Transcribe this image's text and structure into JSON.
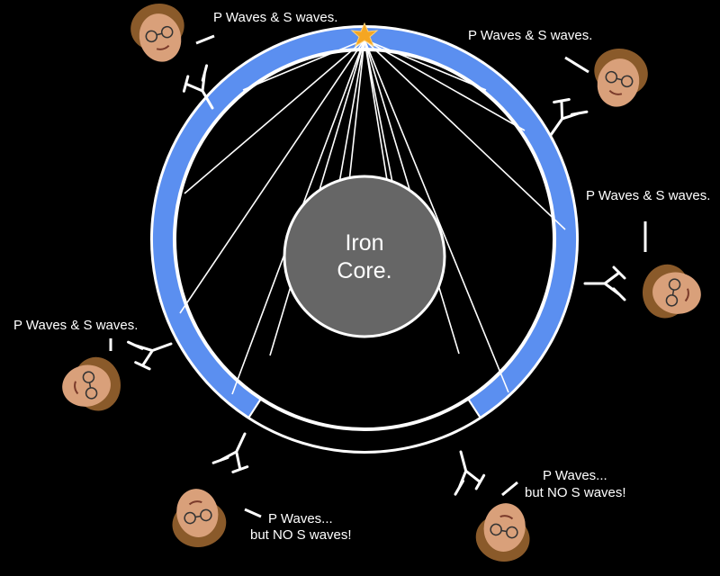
{
  "core": {
    "line1": "Iron",
    "line2": "Core.",
    "color": "#666666"
  },
  "colors": {
    "background": "#000000",
    "shell": "#5b8ff0",
    "ray": "#ffffff",
    "star": "#f5a623",
    "skin": "#d9a07a",
    "hair": "#8a5a2a"
  },
  "stations": [
    {
      "id": "top-left",
      "label_lines": [
        "P Waves & S waves."
      ]
    },
    {
      "id": "top-right",
      "label_lines": [
        "P Waves & S waves."
      ]
    },
    {
      "id": "right",
      "label_lines": [
        "P Waves & S waves."
      ]
    },
    {
      "id": "left",
      "label_lines": [
        "P Waves & S waves."
      ]
    },
    {
      "id": "bottom-left",
      "label_lines": [
        "P Waves...",
        "but NO S waves!"
      ]
    },
    {
      "id": "bottom-right",
      "label_lines": [
        "P Waves...",
        "but NO S waves!"
      ]
    }
  ],
  "icons": {
    "epicenter": "star-burst-icon",
    "seismometer": "seismometer-icon",
    "observer": "observer-face-icon"
  }
}
